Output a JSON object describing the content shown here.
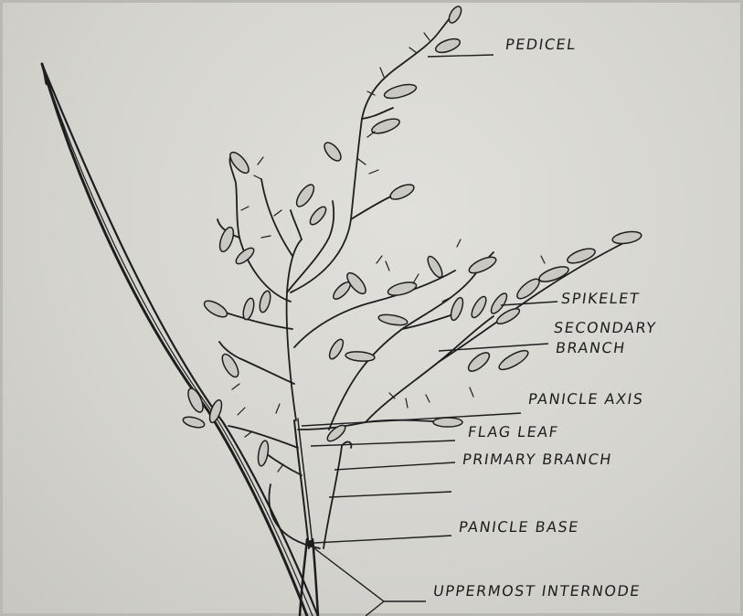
{
  "labels": {
    "pedicel": "PEDICEL",
    "spikelet": "SPIKELET",
    "secondary_branch_line1": "SECONDARY",
    "secondary_branch_line2": "BRANCH",
    "panicle_axis": "PANICLE AXIS",
    "flag_leaf": "FLAG LEAF",
    "primary_branch": "PRIMARY BRANCH",
    "panicle_base": "PANICLE BASE",
    "uppermost_internode": "UPPERMOST INTERNODE"
  },
  "colors": {
    "ink": "#1e1e1e",
    "paper": "#d6d5d0",
    "spikelet_fill": "#c9c8c2"
  }
}
